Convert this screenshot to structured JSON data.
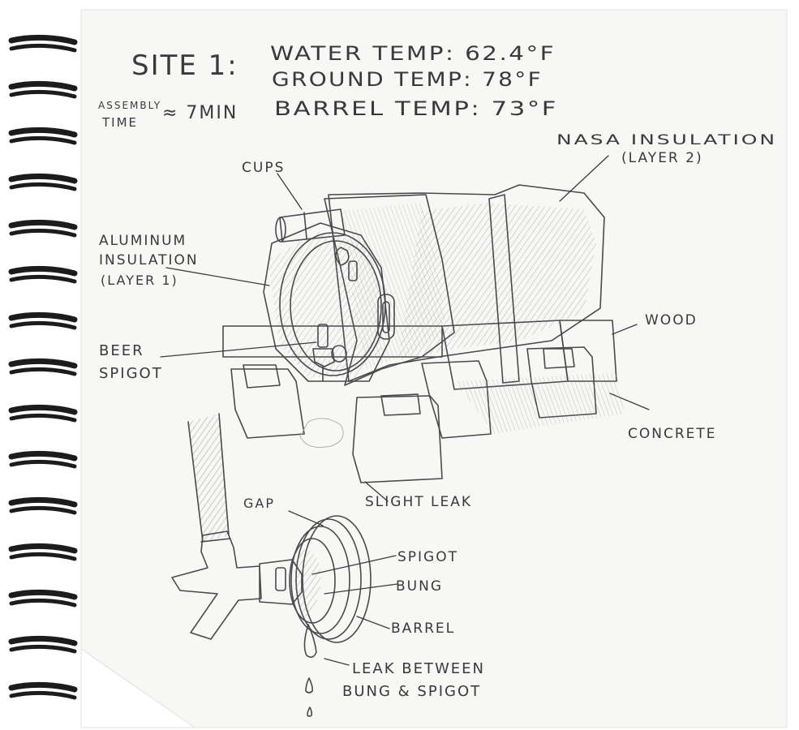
{
  "header": {
    "site": "SITE 1:",
    "water_temp": "WATER TEMP: 62.4°F",
    "ground_temp": "GROUND TEMP: 78°F",
    "assembly_label_1": "ASSEMBLY",
    "assembly_label_2": "TIME",
    "assembly_value": "≈ 7min",
    "barrel_temp": "BARREL TEMP: 73°F"
  },
  "labels": {
    "cups": "CUPS",
    "nasa_1": "NASA INSULATION",
    "nasa_2": "(LAYER 2)",
    "alu_1": "ALUMINUM",
    "alu_2": "INSULATION",
    "alu_3": "(LAYER 1)",
    "wood": "WOOD",
    "beer_1": "BEER",
    "beer_2": "SPIGOT",
    "concrete": "CONCRETE",
    "slight_leak": "SLIGHT LEAK",
    "gap": "GAP",
    "spigot": "SPIGOT",
    "bung": "BUNG",
    "barrel": "BARREL",
    "leak_1": "LEAK BETWEEN",
    "leak_2": "BUNG & SPIGOT"
  },
  "colors": {
    "paper": "#f7f7f5",
    "ink": "#3a3a3a",
    "binding": "#1c1c1c"
  }
}
